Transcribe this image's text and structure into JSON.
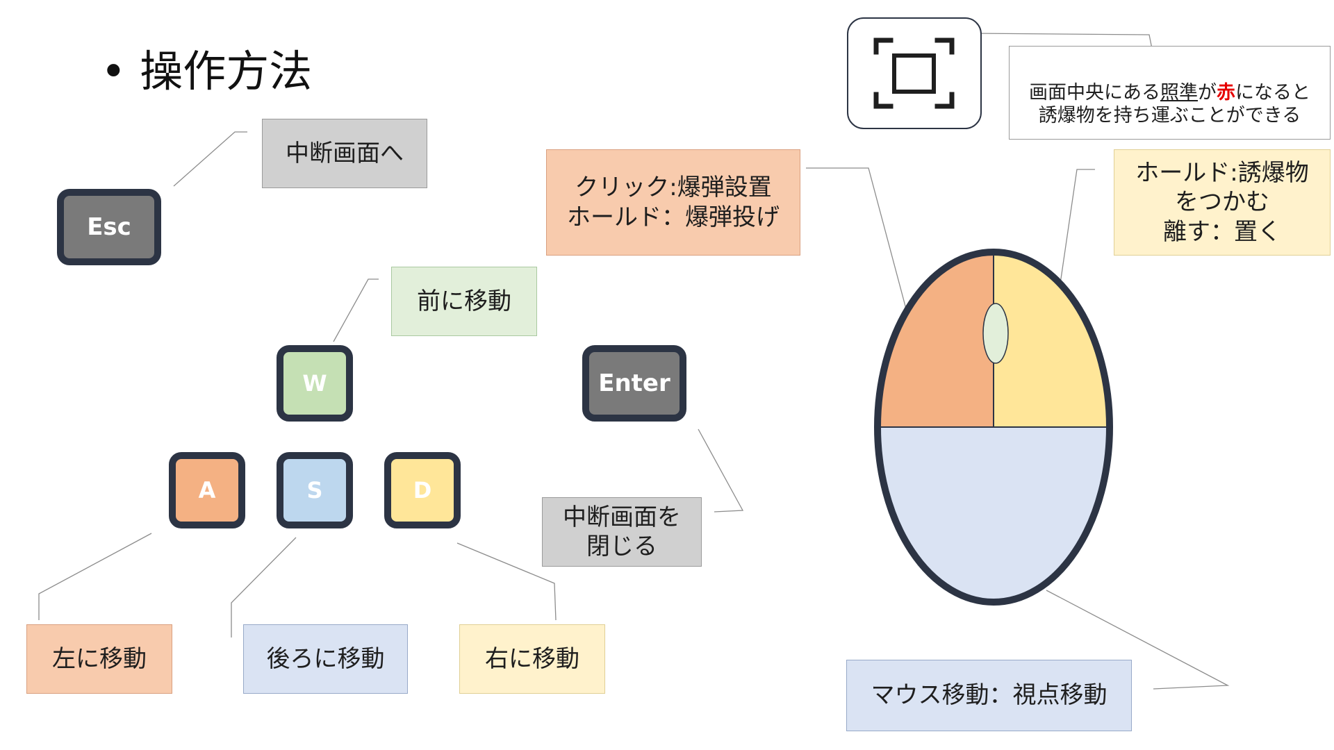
{
  "title": "• 操作方法",
  "keys": {
    "esc": "Esc",
    "w": "W",
    "a": "A",
    "s": "S",
    "d": "D",
    "enter": "Enter"
  },
  "labels": {
    "esc": "中断画面へ",
    "w": "前に移動",
    "a": "左に移動",
    "s": "後ろに移動",
    "d": "右に移動",
    "enter": "中断画面を\n閉じる",
    "left_click": "クリック:爆弾設置\nホールド：爆弾投げ",
    "right_click": "ホールド:誘爆物\nをつかむ\n離す：置く",
    "mouse_move": "マウス移動：視点移動"
  },
  "crosshair_hint": {
    "line1_prefix": "画面中央にある",
    "line1_underline": "照準",
    "line1_mid": "が",
    "line1_red": "赤",
    "line1_suffix": "になると",
    "line2": "誘爆物を持ち運ぶことができる"
  },
  "colors": {
    "key_gray": "#7a7a7a",
    "key_border": "#2c3444",
    "w_green": "#c5e0b4",
    "a_orange": "#f4b183",
    "s_blue": "#bdd7ee",
    "d_yellow": "#ffe699",
    "mouse_left": "#f4b183",
    "mouse_right": "#ffe699",
    "mouse_bottom": "#dae3f3",
    "mouse_wheel": "#e2efda",
    "accent_red": "#e60000"
  },
  "icons": [
    "crosshair-icon",
    "mouse-icon"
  ]
}
